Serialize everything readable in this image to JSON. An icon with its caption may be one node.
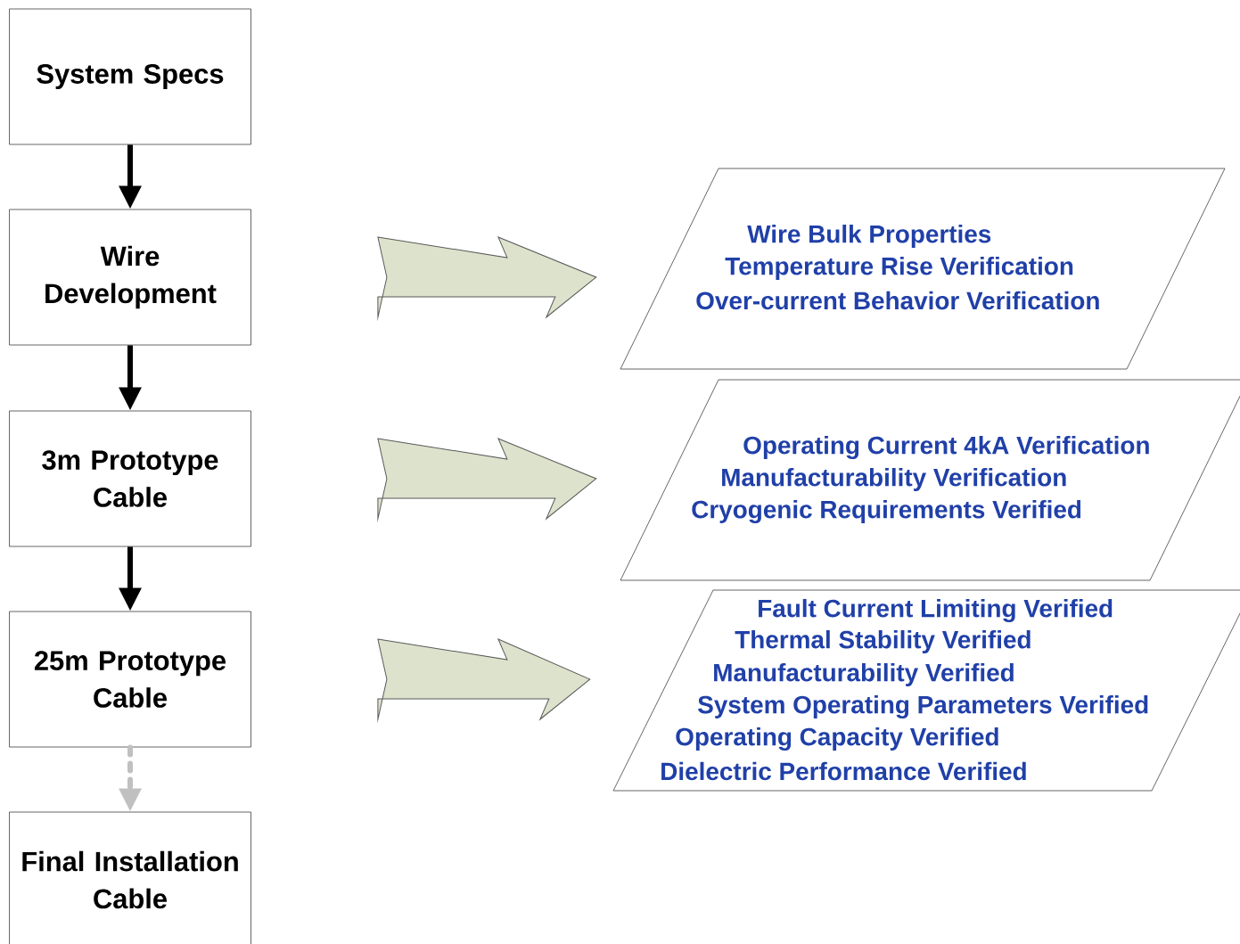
{
  "diagram": {
    "nodes": [
      {
        "text": [
          "System Specs"
        ]
      },
      {
        "text": [
          "Wire Development"
        ]
      },
      {
        "text": [
          "3m Prototype Cable"
        ]
      },
      {
        "text": [
          "25m Prototype Cable"
        ]
      },
      {
        "text": [
          "Final Installation Cable"
        ]
      },
      {
        "text": [
          "Wire Bulk Properties",
          "Temperature Rise Verification",
          "Over-current Behavior Verification"
        ]
      },
      {
        "text": [
          "Operating Current 4kA Verification",
          "Manufacturability Verification",
          "Cryogenic Requirements Verified"
        ]
      },
      {
        "text": [
          "Fault Current Limiting Verified",
          "Thermal Stability Verified",
          "Manufacturability Verified",
          "System Operating Parameters Verified",
          "Operating Capacity Verified",
          "Dielectric Performance Verified"
        ]
      }
    ],
    "edges": [
      {
        "from": 0,
        "to": 1,
        "arrow": "to"
      },
      {
        "from": 1,
        "to": 2,
        "arrow": "to"
      },
      {
        "from": 2,
        "to": 3,
        "arrow": "to"
      },
      {
        "from": 3,
        "to": 4,
        "arrow": "to",
        "style": "dashed",
        "color": "#c0c0c0"
      },
      {
        "from": 1,
        "to": 5,
        "arrow": "to",
        "style": "thick",
        "color": "#dde2cc"
      },
      {
        "from": 2,
        "to": 6,
        "arrow": "to",
        "style": "thick",
        "color": "#dde2cc"
      },
      {
        "from": 3,
        "to": 7,
        "arrow": "to",
        "style": "thick",
        "color": "#dde2cc"
      }
    ]
  }
}
